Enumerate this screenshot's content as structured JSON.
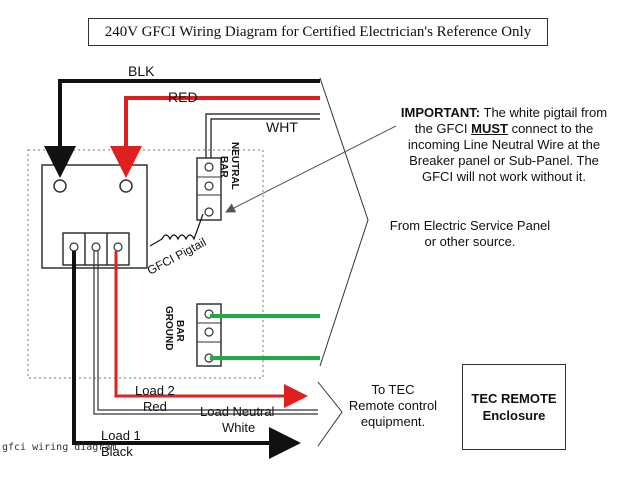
{
  "title": "240V GFCI Wiring Diagram for Certified Electrician's Reference Only",
  "wires": {
    "blk": "BLK",
    "red": "RED",
    "wht": "WHT"
  },
  "labels": {
    "neutral_bar": [
      "NEUTRAL",
      "BAR"
    ],
    "ground_bar": [
      "GROUND",
      "BAR"
    ],
    "gfci_pigtail": "GFCI Pigtail",
    "load2": "Load 2",
    "load2_color": "Red",
    "load_neutral": "Load Neutral",
    "load_neutral_color": "White",
    "load1": "Load 1",
    "load1_color": "Black"
  },
  "important": {
    "heading": "IMPORTANT:",
    "line1_rest": " The white pigtail from",
    "line2_pre": "the GFCI ",
    "line2_emph": "MUST",
    "line2_post": " connect to the",
    "line3": "incoming Line Neutral Wire at the",
    "line4": "Breaker panel or Sub-Panel. The",
    "line5": "GFCI will not work without it."
  },
  "service_panel": {
    "line1": "From Electric Service Panel",
    "line2": "or other source."
  },
  "tec_note": {
    "line1": "To TEC",
    "line2": "Remote control",
    "line3": "equipment."
  },
  "tec_box": {
    "line1": "TEC REMOTE",
    "line2": "Enclosure"
  },
  "watermark": "gfci wiring diagram",
  "colors": {
    "black_wire": "#111111",
    "red_wire": "#e02020",
    "green_wire": "#22aa44",
    "outline": "#333333"
  }
}
